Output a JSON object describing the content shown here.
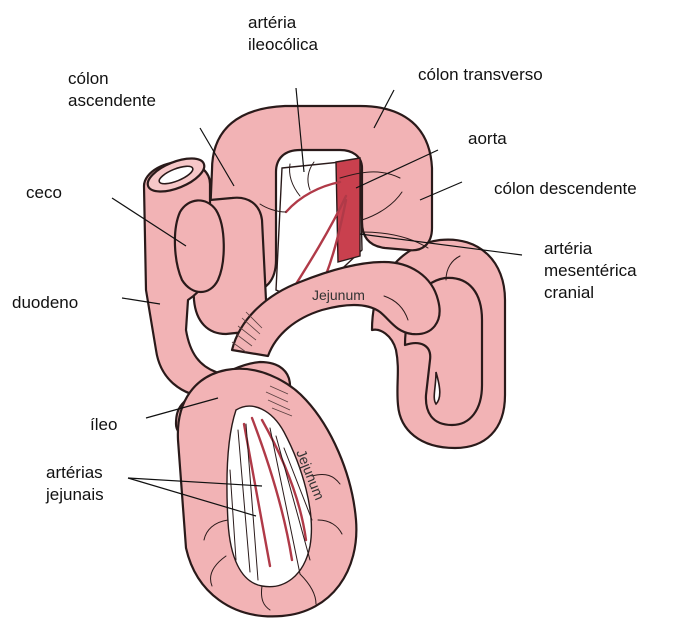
{
  "labels": {
    "arteria_ileocolica_1": "artéria",
    "arteria_ileocolica_2": "ileocólica",
    "colon_ascendente_1": "cólon",
    "colon_ascendente_2": "ascendente",
    "colon_transverso": "cólon transverso",
    "aorta": "aorta",
    "ceco": "ceco",
    "colon_descendente": "cólon descendente",
    "arteria_mesenterica_1": "artéria",
    "arteria_mesenterica_2": "mesentérica",
    "arteria_mesenterica_3": "cranial",
    "duodeno": "duodeno",
    "ileo": "íleo",
    "arterias_jejunais_1": "artérias",
    "arterias_jejunais_2": "jejunais"
  },
  "organ_labels": {
    "jejunum_top": "Jejunum",
    "jejunum_loop": "Jejunum"
  },
  "colors": {
    "intestine": "#f2b3b5",
    "aorta": "#c9404e",
    "vessel": "#b03a48",
    "outline": "#2a1a1a"
  }
}
